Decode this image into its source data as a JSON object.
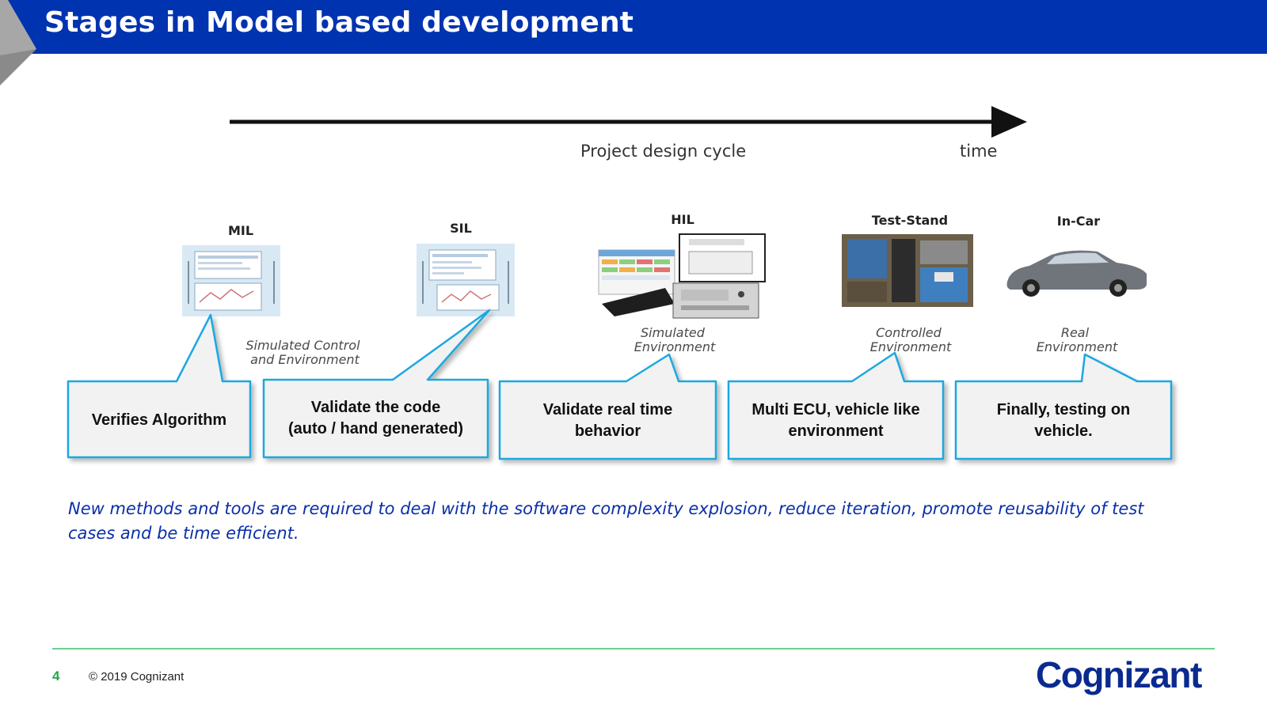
{
  "header": {
    "title": "Stages in Model based development",
    "bar_color": "#0033b0"
  },
  "timeline": {
    "axis_label": "Project design cycle",
    "end_label": "time"
  },
  "stages": [
    {
      "name": "MIL",
      "environment": "Simulated  Control\nand Environment",
      "icon": "simulation-screens-icon"
    },
    {
      "name": "SIL",
      "environment": "",
      "icon": "code-screens-icon"
    },
    {
      "name": "HIL",
      "environment": "Simulated\nEnvironment",
      "icon": "hil-rig-icon"
    },
    {
      "name": "Test-Stand",
      "environment": "Controlled\nEnvironment",
      "icon": "test-stand-photo-icon"
    },
    {
      "name": "In-Car",
      "environment": "Real\nEnvironment",
      "icon": "car-icon"
    }
  ],
  "callouts": [
    {
      "text": "Verifies Algorithm"
    },
    {
      "text": "Validate the code\n(auto / hand generated)"
    },
    {
      "text": "Validate real time\nbehavior"
    },
    {
      "text": "Multi ECU, vehicle like\nenvironment"
    },
    {
      "text": "Finally, testing on\nvehicle."
    }
  ],
  "note": "New methods and tools are required to deal with the software complexity explosion, reduce iteration, promote reusability of test cases and be time efficient.",
  "footer": {
    "page_number": "4",
    "copyright": "© 2019 Cognizant",
    "logo": "Cognizant"
  },
  "colors": {
    "callout_border": "#1aa8e0",
    "callout_fill": "#f2f2f2",
    "note_text": "#0b2fa8",
    "footer_rule": "#6ccf8f"
  }
}
